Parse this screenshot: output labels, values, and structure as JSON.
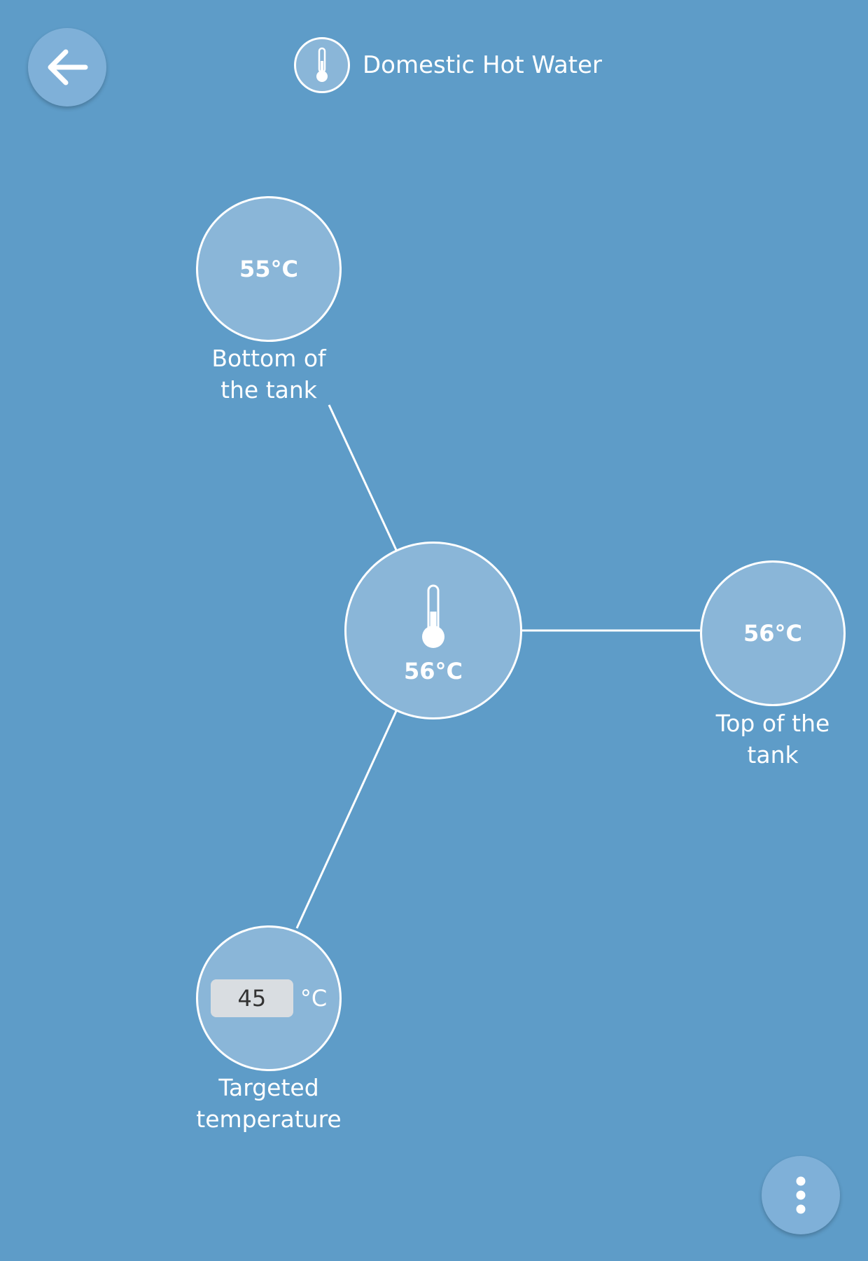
{
  "header": {
    "title": "Domestic Hot Water",
    "icon": "thermometer-icon"
  },
  "nav": {
    "back_icon": "arrow-left-icon",
    "menu_icon": "more-vertical-icon"
  },
  "center": {
    "value": "56°C",
    "icon": "thermometer-icon"
  },
  "sensors": {
    "bottom": {
      "value": "55°C",
      "label_line1": "Bottom of",
      "label_line2": "the tank"
    },
    "top": {
      "value": "56°C",
      "label_line1": "Top of the",
      "label_line2": "tank"
    }
  },
  "target": {
    "value": "45",
    "unit": "°C",
    "label_line1": "Targeted",
    "label_line2": "temperature"
  },
  "colors": {
    "background": "#5e9cc8",
    "node_fill": "#8ab6d8",
    "node_border": "#ffffff",
    "button_fill": "#7fb0d8",
    "input_fill": "#d9dde1"
  }
}
